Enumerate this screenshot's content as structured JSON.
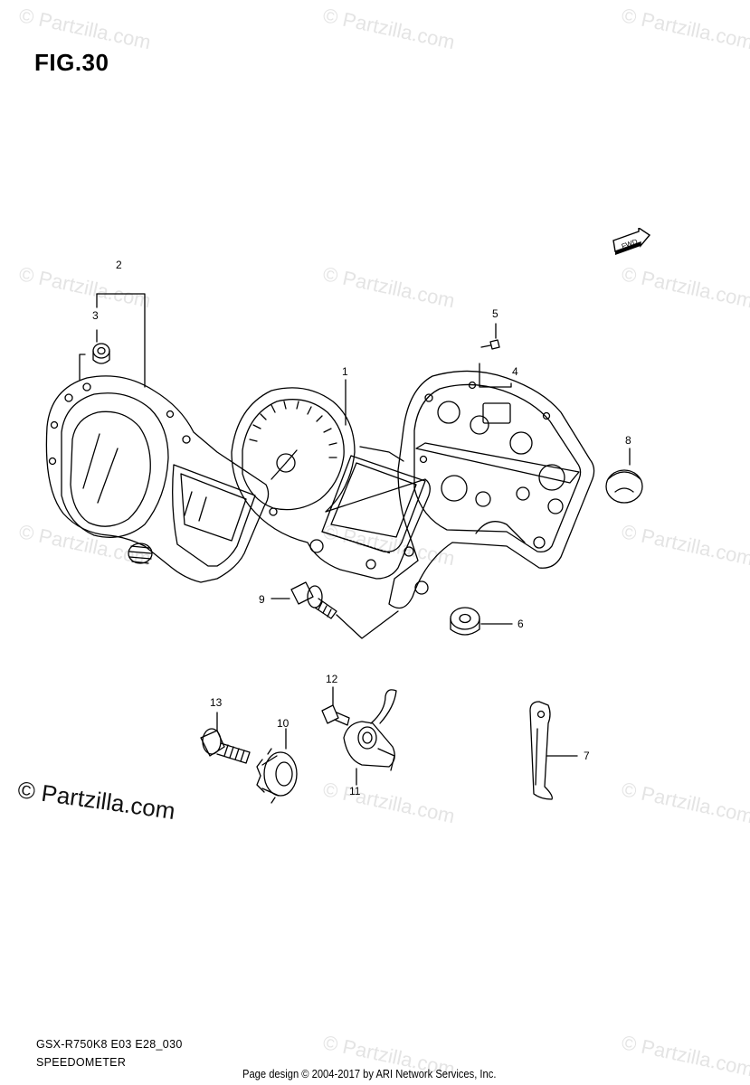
{
  "figure": {
    "title": "FIG.30",
    "model_code": "GSX-R750K8 E03 E28_030",
    "section_name": "SPEEDOMETER",
    "credit": "Page design © 2004-2017 by ARI Network Services, Inc.",
    "watermark": "© Partzilla.com",
    "fwd_label": "FWD"
  },
  "callouts": [
    {
      "id": "c1",
      "label": "1"
    },
    {
      "id": "c2",
      "label": "2"
    },
    {
      "id": "c3",
      "label": "3"
    },
    {
      "id": "c4",
      "label": "4"
    },
    {
      "id": "c5",
      "label": "5"
    },
    {
      "id": "c6",
      "label": "6"
    },
    {
      "id": "c7",
      "label": "7"
    },
    {
      "id": "c8",
      "label": "8"
    },
    {
      "id": "c9",
      "label": "9"
    },
    {
      "id": "c10",
      "label": "10"
    },
    {
      "id": "c11",
      "label": "11"
    },
    {
      "id": "c12",
      "label": "12"
    },
    {
      "id": "c13",
      "label": "13"
    }
  ]
}
